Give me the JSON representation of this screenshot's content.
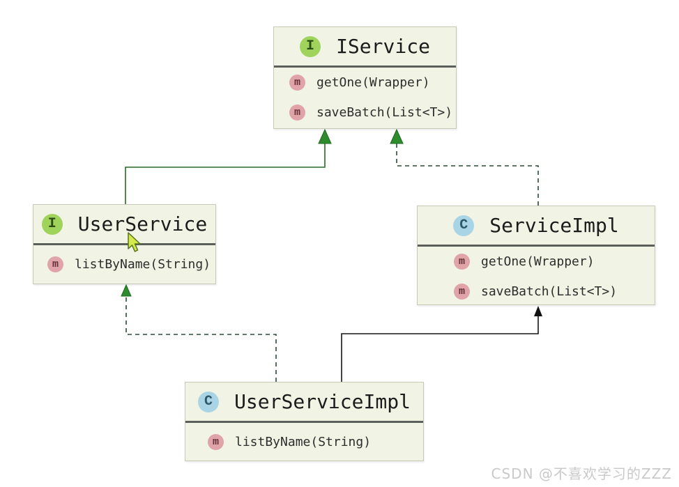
{
  "watermark": {
    "text": "CSDN @不喜欢学习的ZZZ"
  },
  "icons": {
    "method_letter": "m",
    "interface_letter": "I",
    "class_letter": "C"
  },
  "colors": {
    "box_bg": "#f1f3e4",
    "box_border": "#c6c9b6",
    "header_separator": "#5b5f59",
    "interface_icon_bg": "#9fd35c",
    "class_icon_bg": "#a8d4e6",
    "method_icon_bg": "#e0a4a8",
    "extends_line_green": "#256b25",
    "implements_dash_green": "#2a4a35",
    "arrowhead_green": "#2e8b2e",
    "extends_line_black": "#161616",
    "cursor_fill": "#d4e94a"
  },
  "nodes": [
    {
      "id": "iservice",
      "kind": "interface",
      "icon_letter": "I",
      "title": "IService",
      "methods": [
        "getOne(Wrapper)",
        "saveBatch(List<T>)"
      ]
    },
    {
      "id": "userservice",
      "kind": "interface",
      "icon_letter": "I",
      "title": "UserService",
      "methods": [
        "listByName(String)"
      ]
    },
    {
      "id": "serviceimpl",
      "kind": "class",
      "icon_letter": "C",
      "title": "ServiceImpl",
      "methods": [
        "getOne(Wrapper)",
        "saveBatch(List<T>)"
      ]
    },
    {
      "id": "userserviceimpl",
      "kind": "class",
      "icon_letter": "C",
      "title": "UserServiceImpl",
      "methods": [
        "listByName(String)"
      ]
    }
  ],
  "edges": [
    {
      "from": "UserService",
      "to": "IService",
      "relation": "extends",
      "style": "solid-green-triangle"
    },
    {
      "from": "ServiceImpl",
      "to": "IService",
      "relation": "implements",
      "style": "dashed-green-triangle"
    },
    {
      "from": "UserServiceImpl",
      "to": "UserService",
      "relation": "implements",
      "style": "dashed-green-triangle"
    },
    {
      "from": "UserServiceImpl",
      "to": "ServiceImpl",
      "relation": "extends",
      "style": "solid-black-arrow"
    }
  ]
}
